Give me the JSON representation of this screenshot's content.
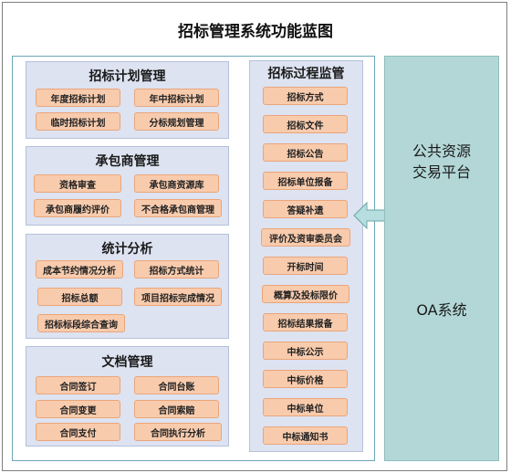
{
  "title": "招标管理系统功能蓝图",
  "bidding_plan": {
    "title": "招标计划管理",
    "items": [
      "年度招标计划",
      "年中招标计划",
      "临时招标计划",
      "分标规划管理"
    ]
  },
  "contractor": {
    "title": "承包商管理",
    "items": [
      "资格审查",
      "承包商资源库",
      "承包商履约评价",
      "不合格承包商管理"
    ]
  },
  "statistics": {
    "title": "统计分析",
    "items": [
      "成本节约情况分析",
      "招标方式统计",
      "招标总额",
      "项目招标完成情况",
      "招标标段综合查询"
    ]
  },
  "documents": {
    "title": "文档管理",
    "items": [
      "合同签订",
      "合同台账",
      "合同变更",
      "合同索赔",
      "合同支付",
      "合同执行分析"
    ]
  },
  "process": {
    "title": "招标过程监管",
    "items": [
      "招标方式",
      "招标文件",
      "招标公告",
      "招标单位报备",
      "答疑补遗",
      "评价及资审委员会",
      "开标时间",
      "概算及投标限价",
      "招标结果报备",
      "中标公示",
      "中标价格",
      "中标单位",
      "中标通知书"
    ]
  },
  "external": {
    "platform_line1": "公共资源",
    "platform_line2": "交易平台",
    "oa": "OA系统"
  },
  "colors": {
    "panel": "#dde3f1",
    "tag": "#f8cbad",
    "external": "#b3d7d7",
    "arrow": "#b7dede"
  }
}
